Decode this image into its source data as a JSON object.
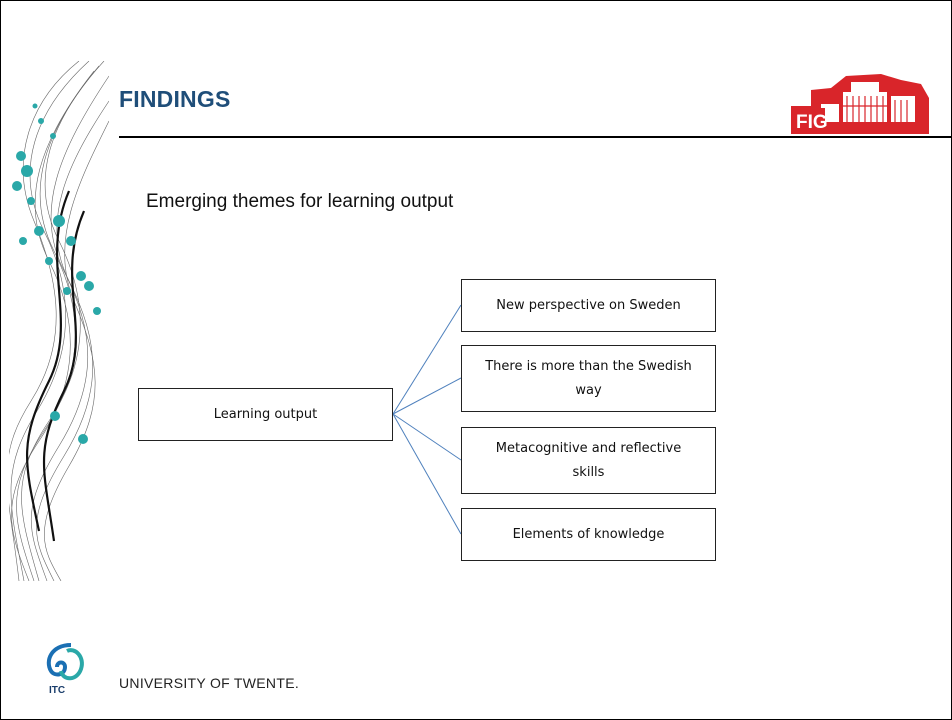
{
  "slide": {
    "title": "FINDINGS",
    "subtitle": "Emerging themes for learning output"
  },
  "diagram": {
    "root": "Learning output",
    "children": [
      "New perspective on Sweden",
      "There is more than the Swedish way",
      "Metacognitive and reflective skills",
      "Elements of knowledge"
    ]
  },
  "logos": {
    "fig_text": "FIG",
    "itc_text": "ITC"
  },
  "footer": {
    "university": "UNIVERSITY OF TWENTE."
  },
  "colors": {
    "title": "#1f4e79",
    "connector": "#4f81bd",
    "fig_red": "#d9252a",
    "teal_dots": "#2aa8a8"
  }
}
